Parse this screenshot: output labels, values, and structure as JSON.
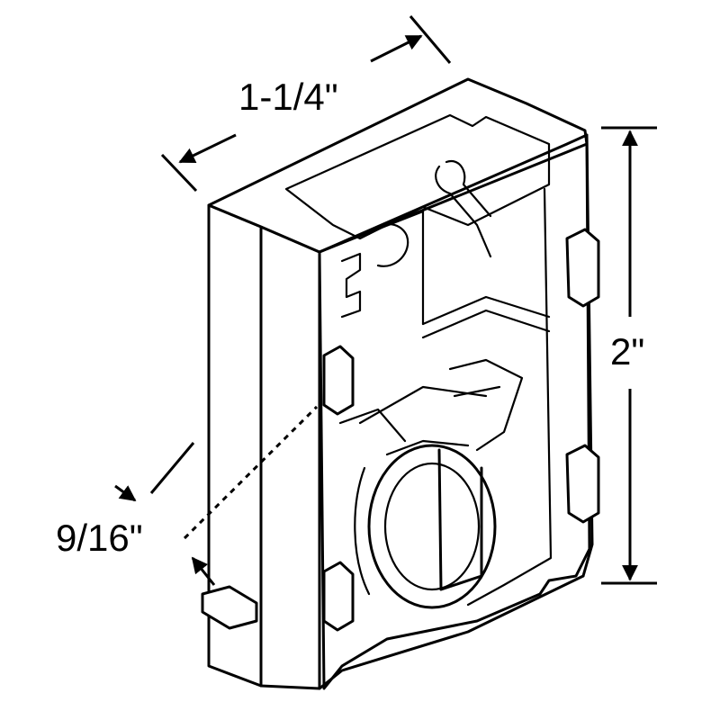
{
  "dimensions": {
    "width_label": "1-1/4\"",
    "height_label": "2\"",
    "depth_label": "9/16\""
  },
  "colors": {
    "line": "#000000",
    "background": "#ffffff"
  }
}
